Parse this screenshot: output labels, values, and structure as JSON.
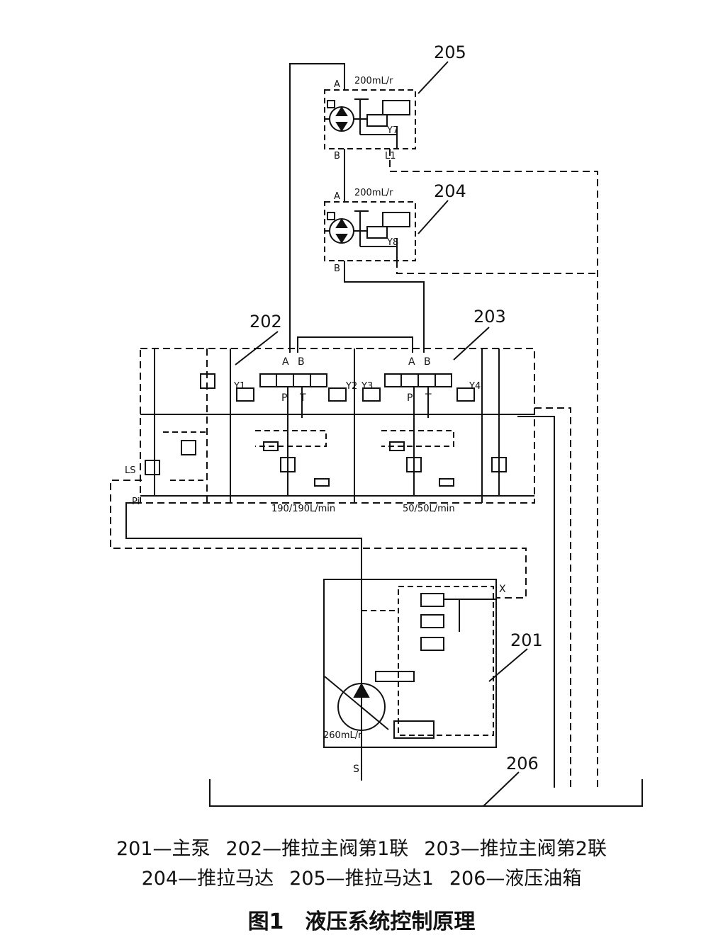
{
  "labels": {
    "c205": "205",
    "c204": "204",
    "c203": "203",
    "c202": "202",
    "c201": "201",
    "c206": "206",
    "disp205": "200mL/r",
    "disp204": "200mL/r",
    "pumpDisp": "260mL/r",
    "flow202": "190/190L/min",
    "flow203": "50/50L/min",
    "portA": "A",
    "portB": "B",
    "portP": "P",
    "portT": "T",
    "portL1": "L1",
    "portLS": "LS",
    "portPi": "Pi",
    "portX": "X",
    "portS": "S",
    "y1": "Y1",
    "y2": "Y2",
    "y3": "Y3",
    "y4": "Y4",
    "y7": "Y7",
    "y8": "Y8"
  },
  "legend": {
    "l201": "201—主泵",
    "l202": "202—推拉主阀第1联",
    "l203": "203—推拉主阀第2联",
    "l204": "204—推拉马达",
    "l205": "205—推拉马达1",
    "l206": "206—液压油箱"
  },
  "figure_title": "图1　液压系统控制原理"
}
